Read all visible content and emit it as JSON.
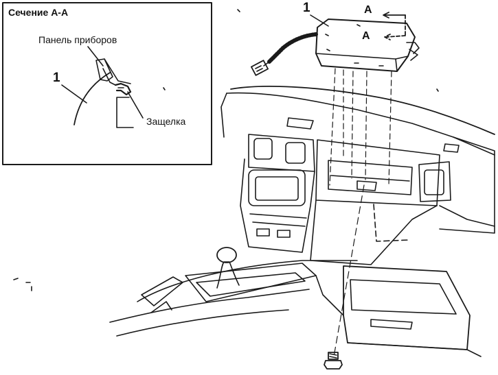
{
  "inset": {
    "title": "Сечение А-А",
    "panel_label": "Панель приборов",
    "latch_label": "Защелка",
    "part_number": "1"
  },
  "main": {
    "part_number": "1",
    "section_arrow_top": "A",
    "section_arrow_bottom": "A"
  },
  "colors": {
    "line": "#1a1a1a",
    "background": "#ffffff"
  }
}
